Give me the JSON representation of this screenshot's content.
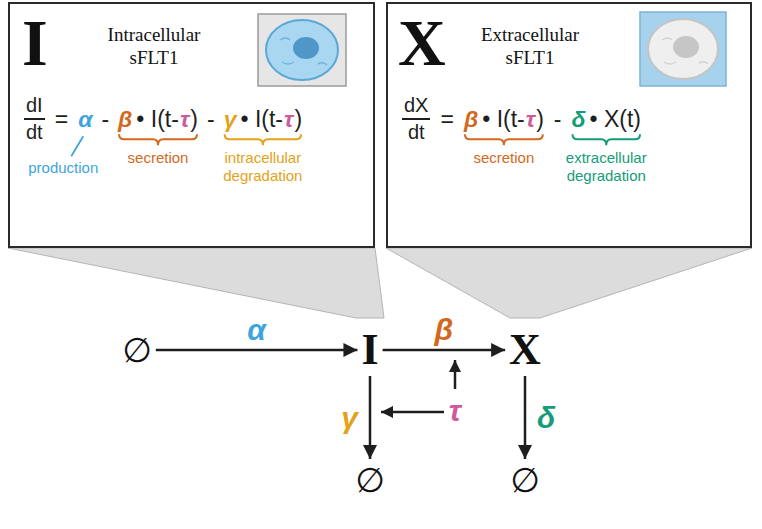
{
  "diagram": {
    "nodes": [
      {
        "text": [
          "I",
          "Intracellular sFLT1",
          "dI",
          "dt",
          "=",
          "α",
          "-",
          "β",
          "• I(t-",
          "τ",
          ")",
          "-",
          "γ",
          "• I(t-",
          "τ",
          ")",
          "production",
          "secretion",
          "intracellular degradation"
        ]
      },
      {
        "text": [
          "X",
          "Extracellular sFLT1",
          "dX",
          "dt",
          "=",
          "β",
          "• I(t-",
          "τ",
          ")",
          "-",
          "δ",
          "• X(t)",
          "secretion",
          "extracellular degradation"
        ]
      },
      {
        "text": [
          "∅"
        ]
      },
      {
        "text": [
          "I"
        ]
      },
      {
        "text": [
          "X"
        ]
      },
      {
        "text": [
          "∅"
        ]
      },
      {
        "text": [
          "∅"
        ]
      }
    ],
    "edges": [
      {
        "from": 2,
        "to": 3,
        "label": "α",
        "arrow": "to"
      },
      {
        "from": 3,
        "to": 4,
        "label": "β",
        "arrow": "to"
      },
      {
        "from": 3,
        "to": 5,
        "label": "γ",
        "arrow": "to"
      },
      {
        "from": 4,
        "to": 6,
        "label": "δ",
        "arrow": "to"
      }
    ],
    "labels": [
      "τ"
    ]
  }
}
